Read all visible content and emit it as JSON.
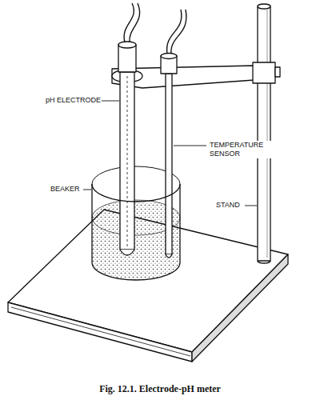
{
  "diagram": {
    "caption": "Fig. 12.1. Electrode-pH meter",
    "labels": [
      "pH ELECTRODE",
      "TEMPERATURE SENSOR",
      "STAND",
      "BEAKER"
    ]
  }
}
